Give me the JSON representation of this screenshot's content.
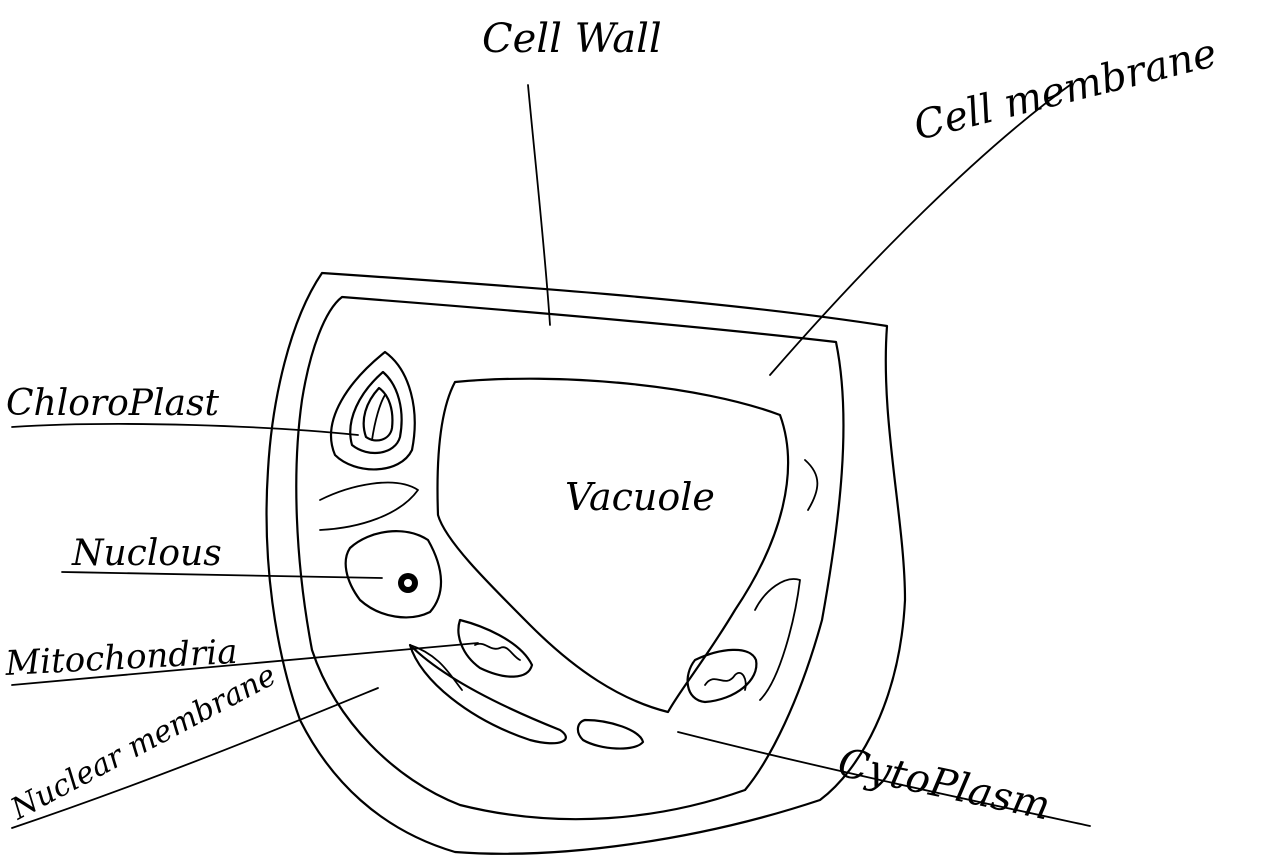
{
  "labels": {
    "cell_wall": "Cell Wall",
    "cell_membrane": "Cell membrane",
    "chloroplast": "ChloroPlast",
    "nucleus": "Nuclous",
    "mitochondria": "Mitochondria",
    "nuclear_membrane": "Nuclear membrane",
    "cytoplasm": "CytoPlasm",
    "vacuole": "Vacuole"
  }
}
